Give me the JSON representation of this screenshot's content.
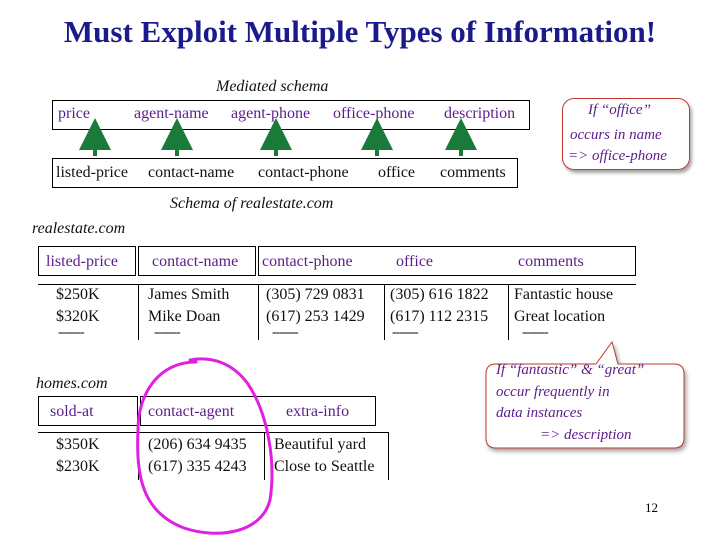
{
  "title": "Must Exploit Multiple Types of Information!",
  "mediated": {
    "caption": "Mediated schema",
    "attributes": [
      "price",
      "agent-name",
      "agent-phone",
      "office-phone",
      "description"
    ]
  },
  "source_schema": {
    "attributes": [
      "listed-price",
      "contact-name",
      "contact-phone",
      "office",
      "comments"
    ],
    "caption": "Schema of realestate.com"
  },
  "callout_office": {
    "line1": "If “office”",
    "line2": "occurs in name",
    "line3": "=> office-phone"
  },
  "realestate": {
    "label": "realestate.com",
    "headers": [
      "listed-price",
      "contact-name",
      "contact-phone",
      "office",
      "comments"
    ],
    "columns": [
      [
        "$250K",
        "$320K"
      ],
      [
        "James Smith",
        "Mike Doan"
      ],
      [
        "(305) 729 0831",
        "(617) 253 1429"
      ],
      [
        "(305) 616 1822",
        "(617) 112 2315"
      ],
      [
        "Fantastic house",
        "Great location"
      ]
    ],
    "ellipsis": "-------"
  },
  "homes": {
    "label": "homes.com",
    "headers": [
      "sold-at",
      "contact-agent",
      "extra-info"
    ],
    "columns": [
      [
        "$350K",
        "$230K"
      ],
      [
        "(206) 634 9435",
        "(617) 335 4243"
      ],
      [
        "Beautiful yard",
        "Close to Seattle"
      ]
    ]
  },
  "callout_desc": {
    "line1": "If “fantastic” & “great”",
    "line2": "occur frequently in",
    "line3": "data instances",
    "line4": "=> description"
  },
  "slide_number": "12",
  "colors": {
    "title": "#1a1a8c",
    "purple_text": "#5c1d8c",
    "arrow_green": "#1a7a3a",
    "callout_border": "#c0392b",
    "highlight_magenta": "#e020e0"
  }
}
